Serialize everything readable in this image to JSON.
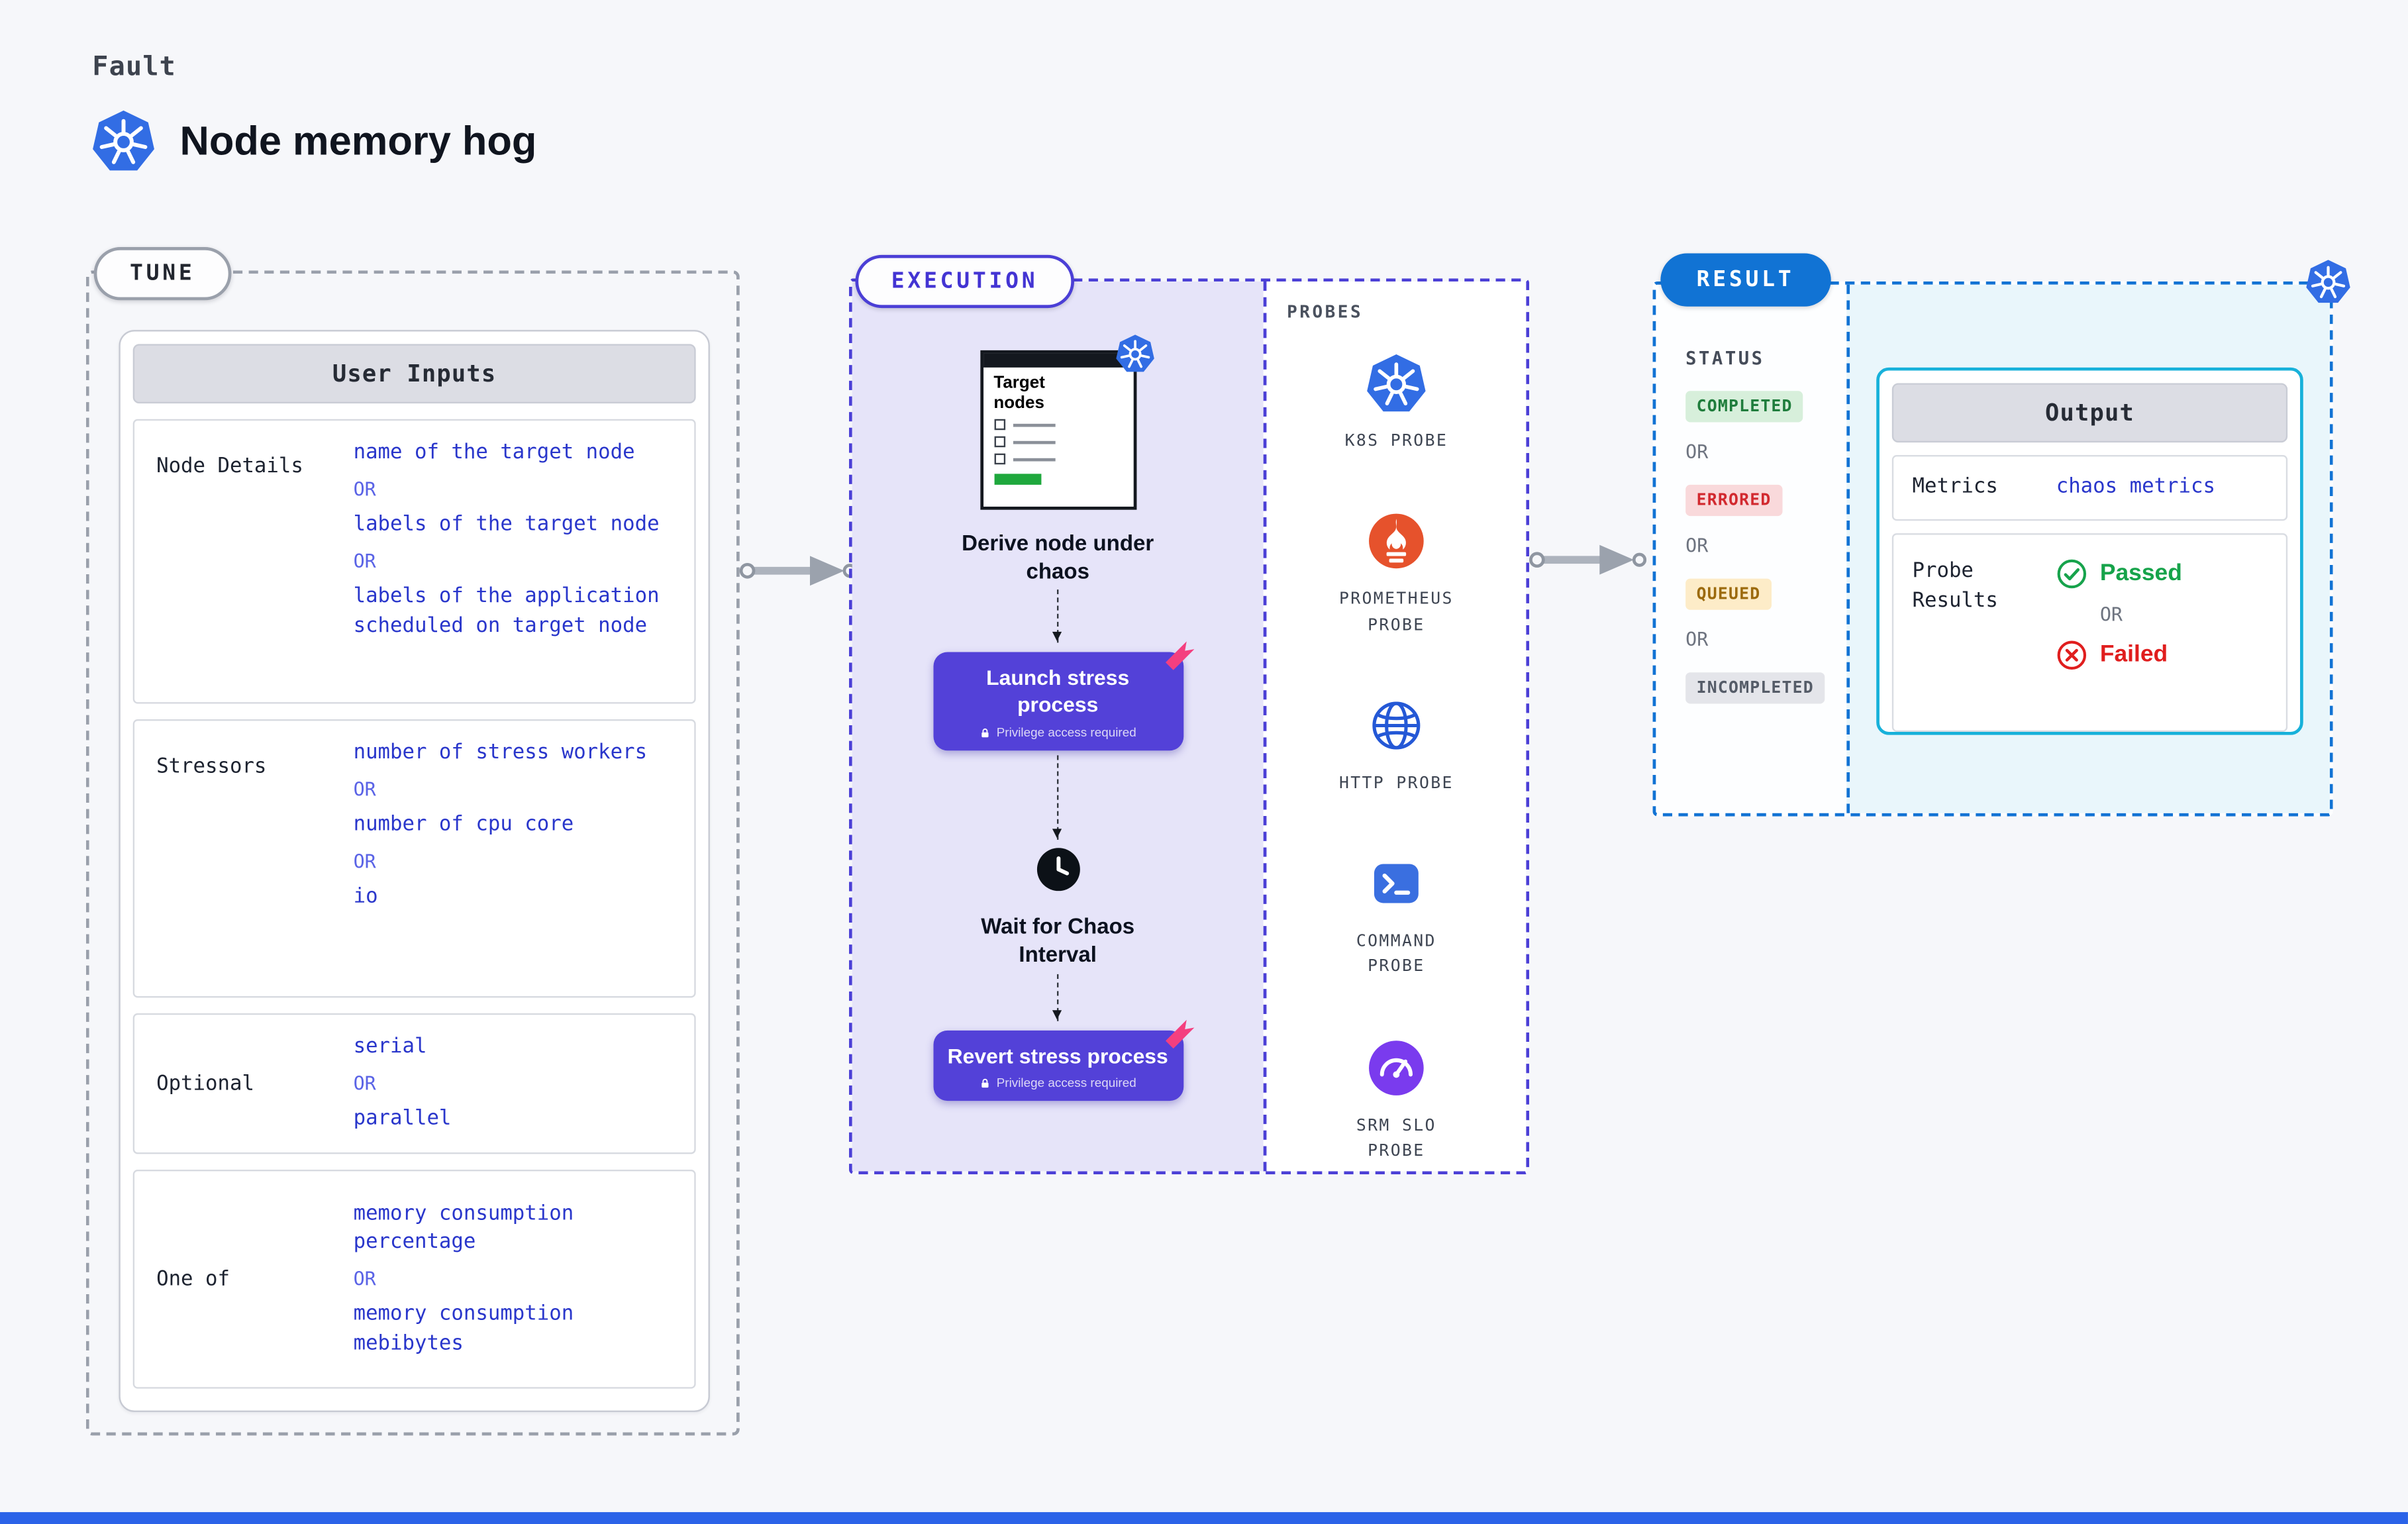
{
  "header": {
    "kicker": "Fault",
    "title": "Node memory hog"
  },
  "tune": {
    "pill": "TUNE",
    "panel_title": "User Inputs",
    "or": "OR",
    "rows": [
      {
        "label": "Node Details",
        "values": [
          "name of the target node",
          "labels of the target node",
          "labels of the application scheduled on target node"
        ]
      },
      {
        "label": "Stressors",
        "values": [
          "number of stress workers",
          "number of cpu core",
          "io"
        ]
      },
      {
        "label": "Optional",
        "values": [
          "serial",
          "parallel"
        ]
      },
      {
        "label": "One of",
        "values": [
          "memory consumption percentage",
          "memory consumption mebibytes"
        ]
      }
    ]
  },
  "execution": {
    "pill": "EXECUTION",
    "window_title": "Target nodes",
    "steps": {
      "derive": "Derive node under chaos",
      "wait": "Wait for Chaos Interval"
    },
    "buttons": [
      {
        "label": "Launch stress process",
        "note": "Privilege access required"
      },
      {
        "label": "Revert stress process",
        "note": "Privilege access required"
      }
    ]
  },
  "probes": {
    "title": "PROBES",
    "items": [
      {
        "label": "K8S PROBE",
        "icon": "kubernetes-icon"
      },
      {
        "label": "PROMETHEUS PROBE",
        "icon": "prometheus-icon"
      },
      {
        "label": "HTTP PROBE",
        "icon": "globe-icon"
      },
      {
        "label": "COMMAND PROBE",
        "icon": "terminal-icon"
      },
      {
        "label": "SRM SLO PROBE",
        "icon": "gauge-icon"
      }
    ]
  },
  "result": {
    "pill": "RESULT",
    "status_title": "STATUS",
    "or": "OR",
    "statuses": [
      {
        "label": "COMPLETED",
        "bg": "#d7efdb",
        "fg": "#1f7d3c"
      },
      {
        "label": "ERRORED",
        "bg": "#f9d9db",
        "fg": "#d2292f"
      },
      {
        "label": "QUEUED",
        "bg": "#fdecc8",
        "fg": "#9c6a0d"
      },
      {
        "label": "INCOMPLETED",
        "bg": "#e4e5ea",
        "fg": "#555c68"
      }
    ],
    "output": {
      "title": "Output",
      "metrics_label": "Metrics",
      "metrics_value": "chaos metrics",
      "probe_results_label": "Probe Results",
      "passed": "Passed",
      "failed": "Failed"
    }
  },
  "colors": {
    "accent_indigo": "#4b3fd6",
    "button_purple": "#5341d8",
    "result_blue": "#1173d4",
    "output_border_cyan": "#17b1da",
    "value_blue": "#2936cb",
    "passed_green": "#16a34a",
    "failed_red": "#e01e1e",
    "flag_pink": "#f43f7f",
    "kubernetes_blue": "#326de4",
    "bottom_bar_blue": "#2b63e8"
  }
}
